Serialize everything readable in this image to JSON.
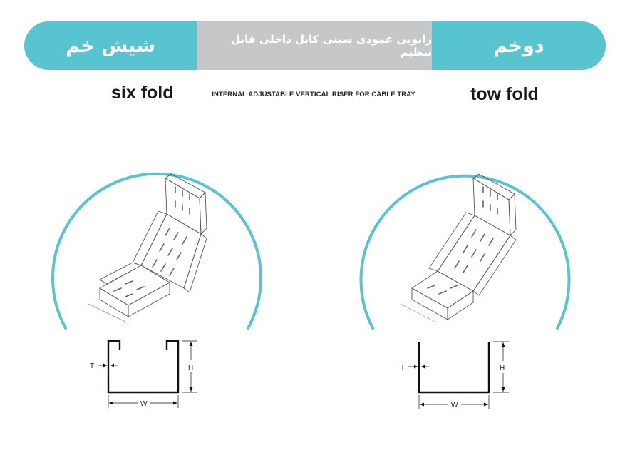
{
  "banner": {
    "left_title_fa": "شیش خم",
    "center_title_fa": "زانویی عمودی سینی کابل داخلی قابل تنظیم",
    "right_title_fa": "دوخم"
  },
  "labels": {
    "left_en": "six fold",
    "center_en": "INTERNAL ADJUSTABLE VERTICAL RISER FOR CABLE TRAY",
    "right_en": "tow fold"
  },
  "dimensions": {
    "thickness": "T",
    "height": "H",
    "width": "W"
  },
  "colors": {
    "accent": "#58c4d0",
    "banner_gray": "#c6c7c8",
    "text": "#1a1a1a"
  }
}
